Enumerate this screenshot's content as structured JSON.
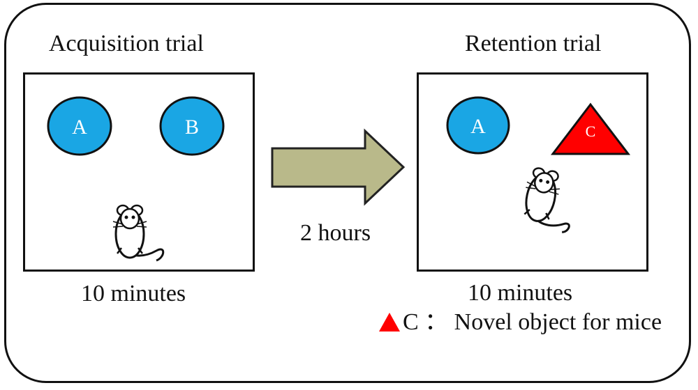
{
  "acquisition": {
    "title": "Acquisition trial",
    "duration": "10 minutes",
    "objects": [
      "A",
      "B"
    ]
  },
  "retention": {
    "title": "Retention trial",
    "duration": "10 minutes",
    "objects": [
      "A",
      "C"
    ]
  },
  "interval": "2 hours",
  "legend": {
    "text": "C ： Novel object for mice"
  },
  "colors": {
    "familiar_object": "#1aa6e4",
    "novel_object": "#ff0000",
    "arrow_fill": "#b9b98a",
    "arrow_stroke": "#222222"
  }
}
